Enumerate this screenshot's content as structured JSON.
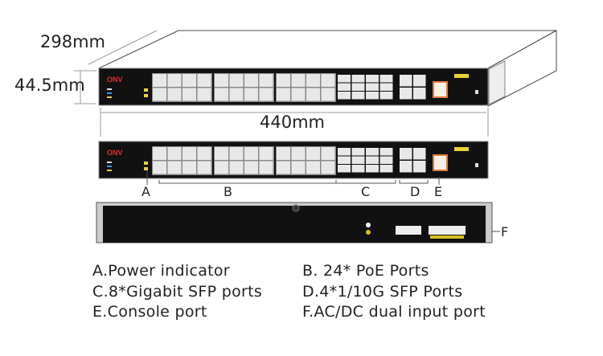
{
  "brand": "ONV",
  "dimensions": {
    "depth": "298mm",
    "height": "44.5mm",
    "width": "440mm"
  },
  "callouts": [
    "A",
    "B",
    "C",
    "D",
    "E",
    "F"
  ],
  "legend": [
    {
      "key": "A",
      "text": "A.Power indicator"
    },
    {
      "key": "B",
      "text": "B. 24* PoE Ports"
    },
    {
      "key": "C",
      "text": "C.8*Gigabit SFP ports"
    },
    {
      "key": "D",
      "text": "D.4*1/10G SFP Ports"
    },
    {
      "key": "E",
      "text": "E.Console port"
    },
    {
      "key": "F",
      "text": "F.AC/DC dual input port"
    }
  ],
  "colors": {
    "panel": "#111111",
    "port": "#e8e8e8",
    "console": "#e07a3a",
    "label": "#e8d23a"
  }
}
